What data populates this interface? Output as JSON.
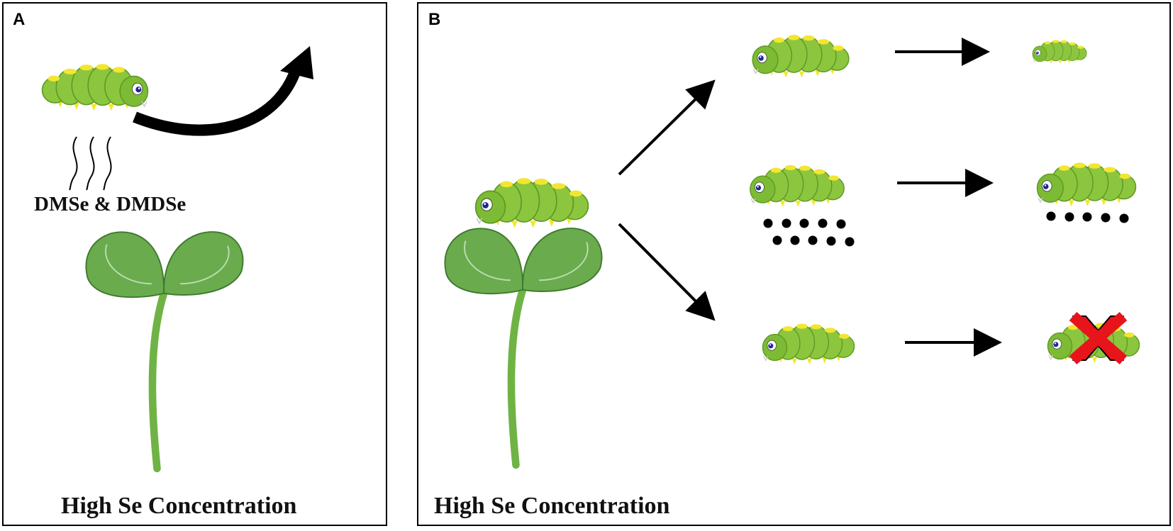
{
  "panel_a": {
    "letter": "A",
    "emission_label": "DMSe & DMDSe",
    "footer_label": "High Se Concentration"
  },
  "panel_b": {
    "letter": "B",
    "footer_label": "High Se Concentration"
  },
  "colors": {
    "panel_border": "#000000",
    "caterpillar_body": "#8cc63f",
    "caterpillar_spots": "#f2e630",
    "plant_leaf": "#6aab4e",
    "plant_stem": "#6fb345",
    "arrow": "#000000",
    "cross_mark": "#e8141b"
  },
  "icons": {
    "caterpillar": "caterpillar-icon",
    "plant": "seedling-icon",
    "odor_waves": "odor-waves-icon",
    "frass_dots": "frass-dots-icon",
    "death_cross": "red-cross-icon"
  }
}
